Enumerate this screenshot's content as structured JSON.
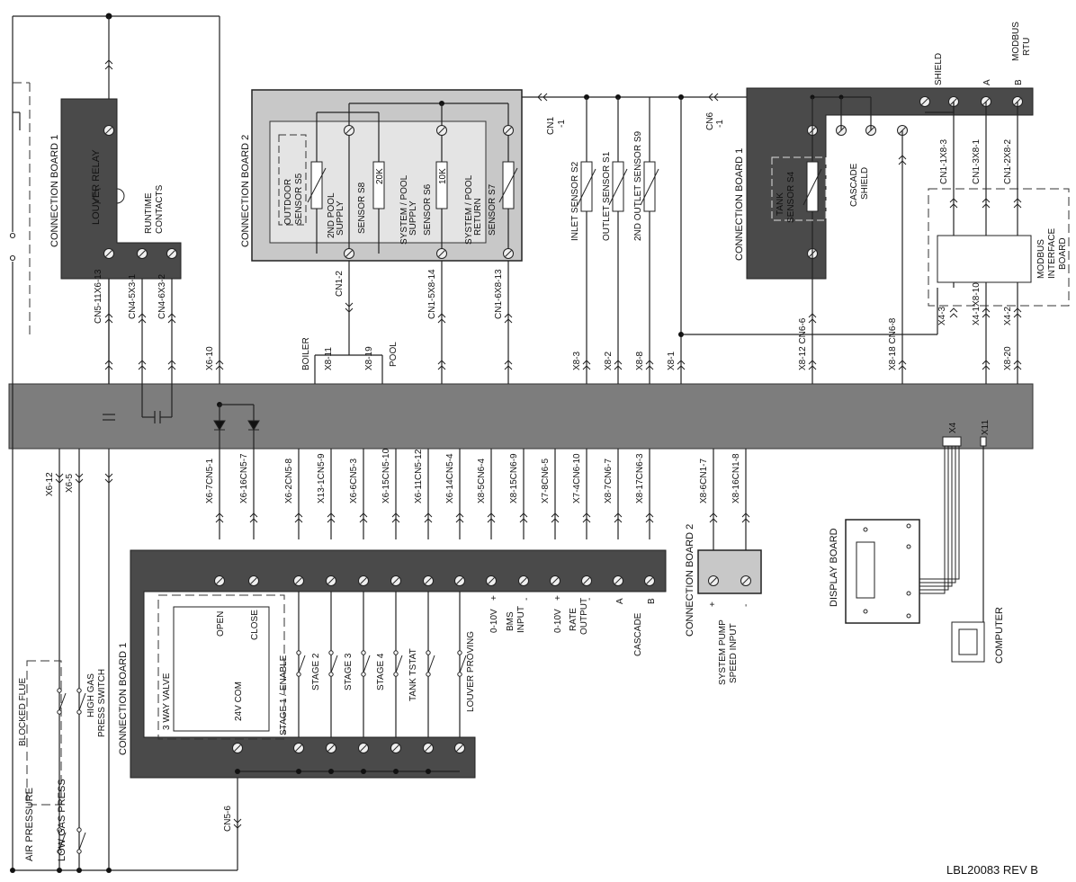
{
  "doc_ref": "LBL20083 REV B",
  "boards": {
    "cb1_top_left": "CONNECTION BOARD 1",
    "cb2_top": "CONNECTION BOARD 2",
    "cb1_top_right": "CONNECTION BOARD 1",
    "cb1_bottom": "CONNECTION BOARD 1",
    "cb2_bottom": "CONNECTION BOARD 2",
    "display": "DISPLAY BOARD",
    "modbus_board": [
      "MODBUS",
      "INTERFACE",
      "BOARD"
    ],
    "modbus_rtu": [
      "MODBUS",
      "RTU"
    ],
    "computer": "COMPUTER"
  },
  "left_devices": {
    "louver_relay": "LOUVER RELAY",
    "runtime": [
      "RUNTIME",
      "CONTACTS"
    ],
    "air_pressure": "AIR PRESSURE",
    "blocked_flue": "BLOCKED FLUE",
    "low_gas": "LOW GAS PRESS",
    "high_gas": [
      "HIGH GAS",
      "PRESS SWITCH"
    ]
  },
  "top_connectors": {
    "cn5_11": "CN5-11X6-13",
    "cn4_5": "CN4-5X3-1",
    "cn4_6": "CN4-6X3-2",
    "x6_10": "X6-10",
    "cn1_2": "CN1-2",
    "boiler": "BOILER",
    "x8_11": "X8-11",
    "x8_19": "X8-19",
    "pool": "POOL",
    "cn1_5": "CN1-5X8-14",
    "cn1_6": "CN1-6X8-13",
    "x8_3": "X8-3",
    "x8_2": "X8-2",
    "x8_8": "X8-8",
    "x8_1": "X8-1",
    "cn1_top": [
      "CN1",
      "-1"
    ],
    "cn6_top": [
      "CN6",
      "-1"
    ],
    "x8_12": "X8-12 CN6-6",
    "x8_18": "X8-18 CN6-8",
    "x8_20": "X8-20",
    "cn1_1": "CN1-1X8-3",
    "cn1_3": "CN1-3X8-1",
    "cn1_2x8": "CN1-2X8-2",
    "x4_3": "X4-3",
    "x4_1": "X4-1X8-10",
    "x4_2": "X4-2"
  },
  "sensors": {
    "outdoor": [
      "OUTDOOR",
      "SENSOR S5"
    ],
    "pool2": [
      "2ND POOL",
      "SUPPLY",
      "SENSOR S8"
    ],
    "r20k": "20K",
    "syspool_supply": [
      "SYSTEM / POOL",
      "SUPPLY",
      "SENSOR S6"
    ],
    "r10k": "10K",
    "syspool_return": [
      "SYSTEM / POOL",
      "RETURN",
      "SENSOR S7"
    ],
    "inlet": "INLET SENSOR S2",
    "outlet": "OUTLET SENSOR S1",
    "outlet2": "2ND OUTLET SENSOR S9",
    "tank": [
      "TANK",
      "SENSOR S4"
    ],
    "cascade_shield": [
      "CASCADE",
      "SHIELD"
    ],
    "shield": "SHIELD",
    "a": "A",
    "b": "B"
  },
  "bottom_connectors": {
    "x6_12": "X6-12",
    "x6_5": "X6-5",
    "x6_7": "X6-7CN5-1",
    "x6_16": "X6-16CN5-7",
    "x6_2": "X6-2CN5-8",
    "x13_1": "X13-1CN5-9",
    "x6_6": "X6-6CN5-3",
    "x6_15": "X6-15CN5-10",
    "x6_11": "X6-11CN5-12",
    "x6_14": "X6-14CN5-4",
    "x8_5": "X8-5CN6-4",
    "x8_15": "X8-15CN6-9",
    "x7_8": "X7-8CN6-5",
    "x7_4": "X7-4CN6-10",
    "x8_7": "X8-7CN6-7",
    "x8_17": "X8-17CN6-3",
    "x8_6": "X8-6CN1-7",
    "x8_16": "X8-16CN1-8",
    "x4": "X4",
    "x11": "X11",
    "cn5_6": "CN5-6"
  },
  "bottom_devices": {
    "three_way": "3 WAY VALVE",
    "open": "OPEN",
    "close": "CLOSE",
    "com24": "24V COM",
    "stage1": "STAGE 1 / ENABLE",
    "stage2": "STAGE 2",
    "stage3": "STAGE 3",
    "stage4": "STAGE 4",
    "tank_tstat": "TANK TSTAT",
    "louver_proving": "LOUVER PROVING",
    "v010_bms": "0-10V",
    "bms_input": [
      "BMS",
      "INPUT"
    ],
    "v010_rate": "0-10V",
    "rate_output": [
      "RATE",
      "OUTPUT"
    ],
    "cascade": "CASCADE",
    "plus": "+",
    "minus": "-",
    "a": "A",
    "b": "B",
    "sys_pump": [
      "SYSTEM PUMP",
      "SPEED INPUT"
    ]
  }
}
